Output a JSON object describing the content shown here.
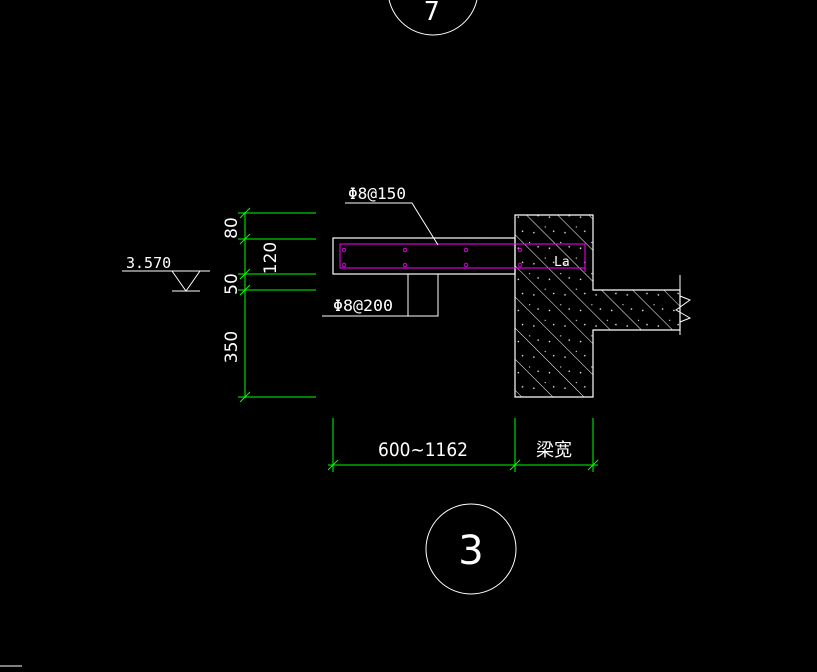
{
  "drawing": {
    "colors": {
      "background": "#000000",
      "line": "#ffffff",
      "dimension": "#00ff00",
      "rebar": "#ff00ff"
    },
    "labels": {
      "top_rebar": "Φ8@150",
      "bottom_rebar": "Φ8@200",
      "elevation": "3.570",
      "anchorage": "La",
      "detail_number": "3",
      "top_callout_number": "7"
    },
    "vertical_dims": [
      "80",
      "120",
      "50",
      "350"
    ],
    "horizontal_dims": {
      "slab_width": "600~1162",
      "beam_width": "梁宽"
    }
  }
}
